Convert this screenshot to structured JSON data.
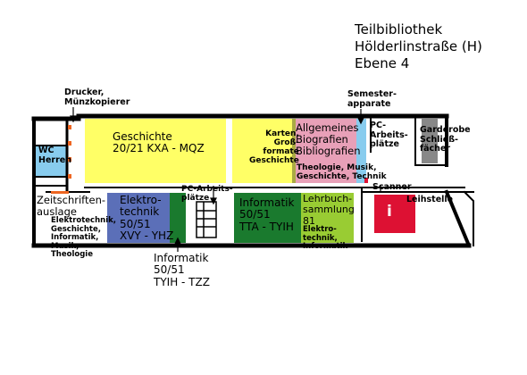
{
  "title": {
    "line1": "Teilbibliothek",
    "line2": "Hölderlinstraße (H)",
    "line3": "Ebene 4"
  },
  "colors": {
    "wall": "#000000",
    "yellow": "#ffff66",
    "pink": "#e8a0b8",
    "blue": "#5b6fb8",
    "green": "#1a7a2e",
    "lime": "#99cc33",
    "red": "#dd1133",
    "lightblue": "#88ccee",
    "grey": "#888888",
    "orange": "#ee6622"
  },
  "labels": {
    "drucker": "Drucker,\nMünzkopierer",
    "semester": "Semester-\napparate",
    "pc_top": "PC-\nArbeits-\nplätze",
    "garderobe": "Garderobe\nSchließ-\nfächer",
    "wc": "WC\nHerren",
    "geschichte": "Geschichte\n20/21 KXA - MQZ",
    "karten": "Karten,\nGroß-\nformate\nGeschichte",
    "allgemeines": "Allgemeines\nBiografien\nBibliografien",
    "allgemeines_sub": "Theologie, Musik,\nGeschichte, Technik",
    "scanner": "Scanner",
    "leihstelle": "Leihstelle",
    "info_symbol": "i",
    "zeitschriften": "Zeitschriften-\nauslage",
    "zeitschriften_sub": "Elektrotechnik,\nGeschichte,\nInformatik,\nMusik,\nTheologie",
    "elektro": "Elektro-\ntechnik\n50/51\nXVY - YHZ",
    "pc_mid": "PC-Arbeits-\nplätze",
    "informatik1": "Informatik\n50/51\nTTA - TYIH",
    "lehrbuch": "Lehrbuch-\nsammlung\n81",
    "lehrbuch_sub": "Elektro-\ntechnik,\nInformatik",
    "informatik2": "Informatik\n50/51\nTYIH - TZZ"
  }
}
